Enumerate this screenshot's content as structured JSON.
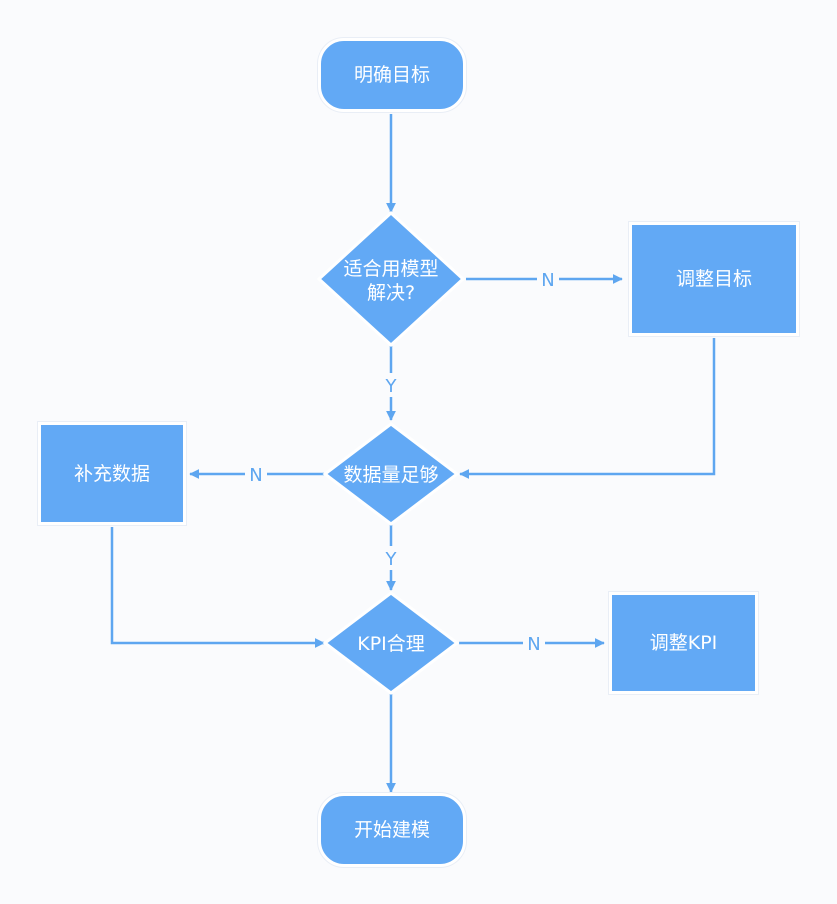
{
  "colors": {
    "node_fill": "#62a9f5",
    "edge": "#5ea6f0",
    "background": "#fafbfd",
    "text": "#ffffff"
  },
  "nodes": {
    "start": "明确目标",
    "model_fit_line1": "适合用模型",
    "model_fit_line2": "解决?",
    "adjust_target": "调整目标",
    "data_enough": "数据量足够",
    "supplement_data": "补充数据",
    "kpi_reasonable": "KPI合理",
    "adjust_kpi": "调整KPI",
    "end": "开始建模"
  },
  "edge_labels": {
    "fit_no": "N",
    "fit_yes": "Y",
    "data_no": "N",
    "data_yes": "Y",
    "kpi_no": "N"
  }
}
